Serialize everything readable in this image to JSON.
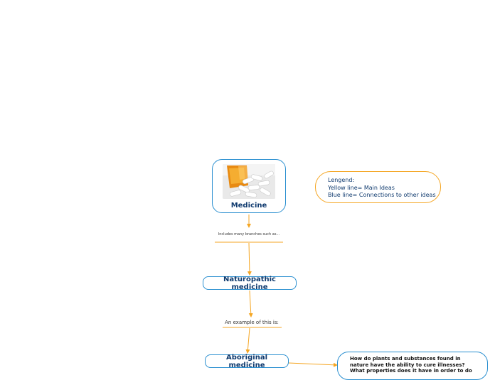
{
  "nodes": {
    "central": {
      "label": "Medicine",
      "image": "white pills spilling from orange bottle"
    },
    "naturopathic": {
      "label": "Naturopathic medicine"
    },
    "aboriginal": {
      "label": "Aboriginal medicine"
    },
    "question": {
      "lines": [
        "How do plants and substances found in",
        "nature have the ability to cure illnesses?",
        "What properties does it have in order to do"
      ]
    },
    "legend": {
      "lines": [
        "Lengend:",
        "Yellow line= Main Ideas",
        "Blue line= Connections to other ideas"
      ]
    }
  },
  "links": {
    "medicine_to_naturopathic": "Includes many branches such as...",
    "naturopathic_to_aboriginal": "An example of this is:"
  },
  "colors": {
    "main_idea_line": "#f5a623",
    "connection_border": "#2a8fd0",
    "text": "#0f3a6e"
  }
}
